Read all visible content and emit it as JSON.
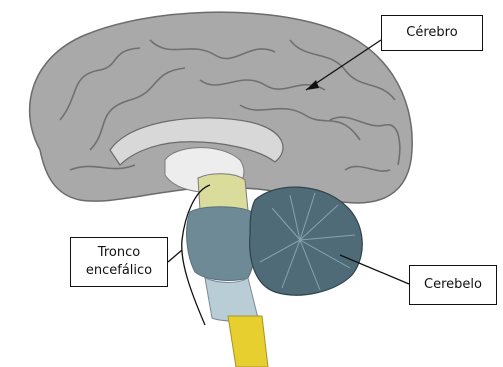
{
  "labels": {
    "cerebro": "Cérebro",
    "tronco_line1": "Tronco",
    "tronco_line2": "encefálico",
    "cerebelo": "Cerebelo"
  },
  "colors": {
    "cortex": "#a9a9a9",
    "cortex_dark": "#7e7e7e",
    "callosum": "#d8d8d8",
    "brainstem_upper": "#d9dc9a",
    "brainstem_pons": "#6d8a96",
    "brainstem_medulla": "#b9cdd6",
    "spinal_cord": "#e6cf2f",
    "cerebellum": "#4f6b78"
  }
}
